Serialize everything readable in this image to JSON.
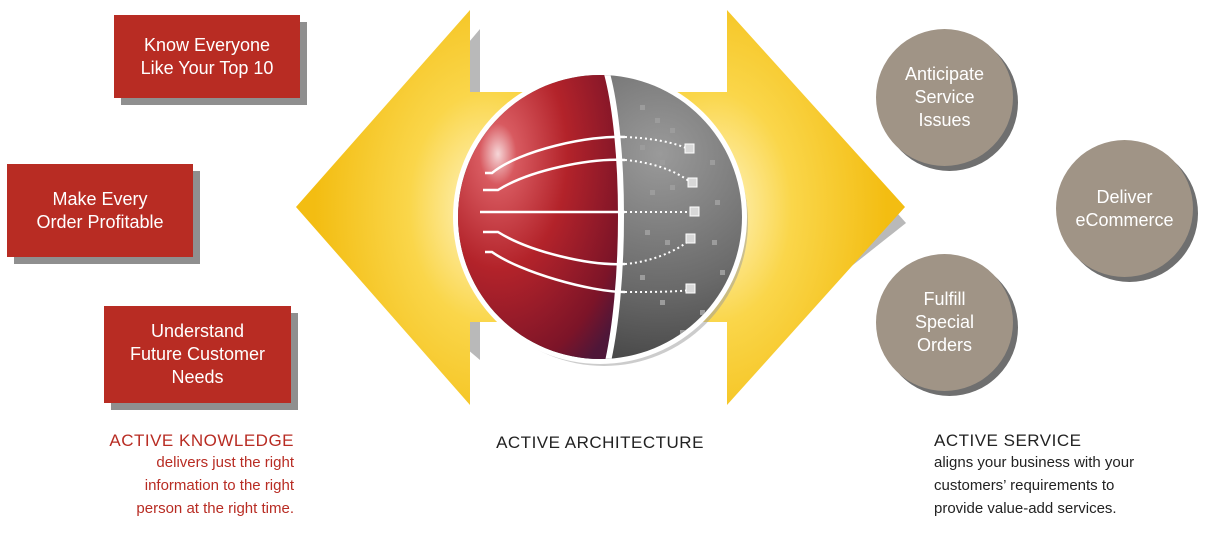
{
  "knowledge": {
    "items": [
      {
        "line1": "Know Everyone",
        "line2": "Like Your Top 10"
      },
      {
        "line1": "Make Every",
        "line2": "Order Profitable"
      },
      {
        "line1": "Understand",
        "line2": "Future Customer",
        "line3": "Needs"
      }
    ],
    "title": "ACTIVE KNOWLEDGE",
    "desc_lines": [
      "delivers just the right",
      "information to the right",
      "person at the right time."
    ]
  },
  "architecture": {
    "title": "ACTIVE ARCHITECTURE"
  },
  "service": {
    "items": [
      {
        "line1": "Anticipate",
        "line2": "Service",
        "line3": "Issues"
      },
      {
        "line1": "Deliver",
        "line2": "eCommerce"
      },
      {
        "line1": "Fulfill",
        "line2": "Special",
        "line3": "Orders"
      }
    ],
    "title": "ACTIVE SERVICE",
    "desc_lines": [
      "aligns your business with your",
      "customers’ requirements to",
      "provide value-add services."
    ]
  },
  "colors": {
    "box_red": "#b82c23",
    "circle_taupe": "#a09486",
    "arrow_yellow": "#f6c21a",
    "knowledge_text": "#b82c23",
    "body_text": "#222222"
  }
}
